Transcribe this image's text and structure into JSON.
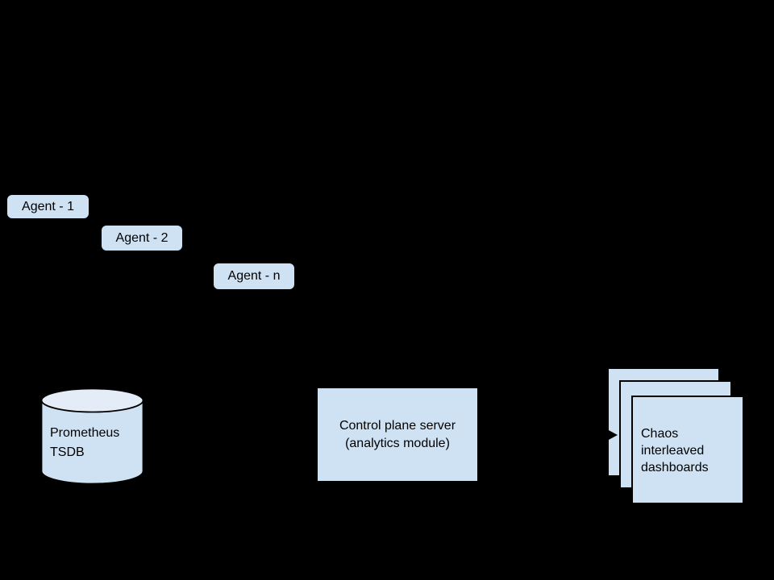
{
  "colors": {
    "background": "#000000",
    "node_fill": "#cfe2f3",
    "node_stroke": "#000000",
    "cylinder_top_fill": "#e4ecf7",
    "text": "#000000"
  },
  "nodes": {
    "agents": [
      {
        "label": "Agent - 1"
      },
      {
        "label": "Agent - 2"
      },
      {
        "label": "Agent - n"
      }
    ],
    "tsdb": {
      "lines": [
        "Prometheus",
        "TSDB"
      ]
    },
    "control_plane": {
      "lines": [
        "Control plane server",
        "(analytics module)"
      ]
    },
    "dashboards": {
      "lines": [
        "Chaos",
        "interleaved",
        "dashboards"
      ]
    }
  },
  "icons": {
    "arrowhead": "right-arrowhead"
  }
}
